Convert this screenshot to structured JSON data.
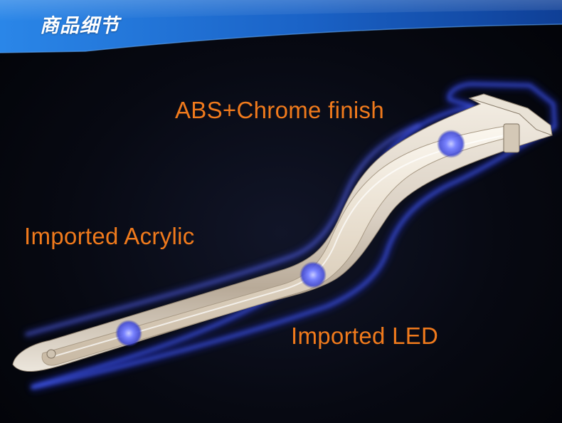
{
  "header": {
    "title": "商品细节"
  },
  "callouts": {
    "abs_chrome": "ABS+Chrome finish",
    "acrylic": "Imported Acrylic",
    "led": "Imported LED"
  },
  "colors": {
    "header_blue": "#1e6fd0",
    "callout_orange": "#f07a1c",
    "glow_blue": "#3a55ff",
    "background": "#05060c"
  }
}
